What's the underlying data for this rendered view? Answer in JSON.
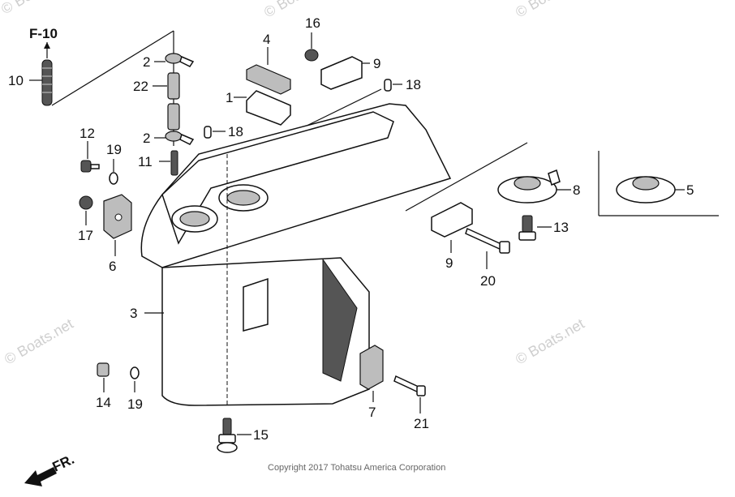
{
  "diagram": {
    "reference": "F-10",
    "copyright": "Copyright 2017 Tohatsu America Corporation",
    "watermark": "© Boats.net",
    "direction": "FR.",
    "callouts": {
      "c1": "1",
      "c2a": "2",
      "c2b": "2",
      "c3": "3",
      "c4": "4",
      "c5": "5",
      "c6": "6",
      "c7": "7",
      "c8": "8",
      "c9a": "9",
      "c9b": "9",
      "c10": "10",
      "c11": "11",
      "c12": "12",
      "c13": "13",
      "c14": "14",
      "c15": "15",
      "c16": "16",
      "c17": "17",
      "c18a": "18",
      "c18b": "18",
      "c19a": "19",
      "c19b": "19",
      "c20": "20",
      "c21": "21",
      "c22": "22"
    }
  }
}
